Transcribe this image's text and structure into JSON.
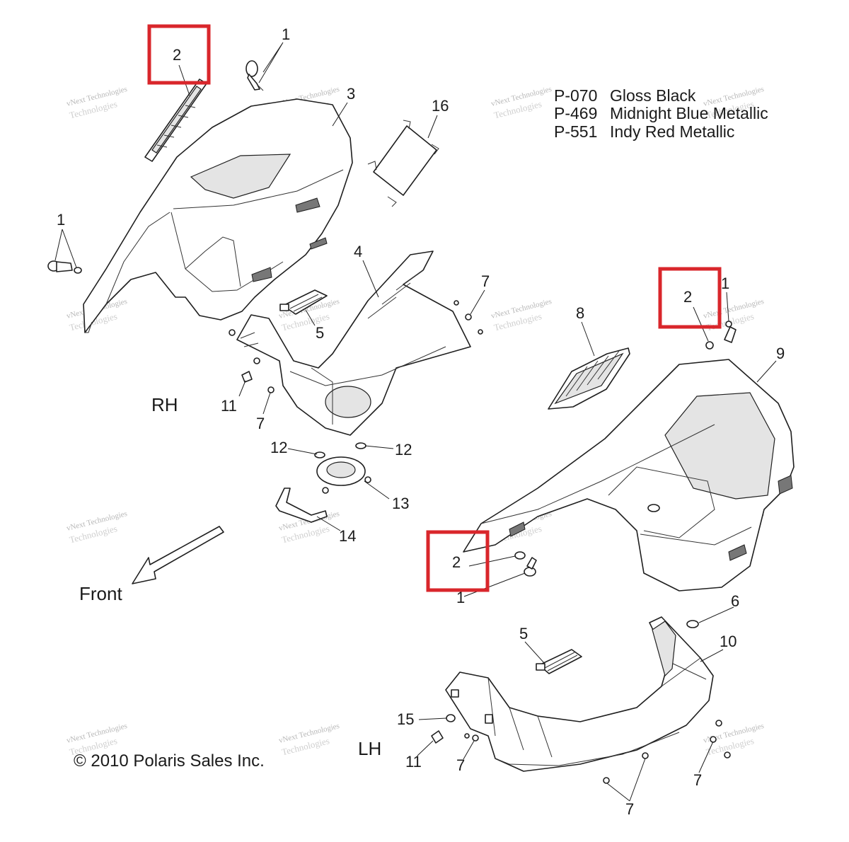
{
  "legend": [
    {
      "code": "P-070",
      "name": "Gloss Black"
    },
    {
      "code": "P-469",
      "name": "Midnight Blue Metallic"
    },
    {
      "code": "P-551",
      "name": "Indy Red Metallic"
    }
  ],
  "labels": {
    "rh": "RH",
    "lh": "LH",
    "front": "Front",
    "copyright": "© 2010 Polaris Sales Inc."
  },
  "callouts": {
    "c1a": "1",
    "c1b": "1",
    "c1c": "1",
    "c1d": "1",
    "c2a": "2",
    "c2b": "2",
    "c2c": "2",
    "c3": "3",
    "c4": "4",
    "c5a": "5",
    "c5b": "5",
    "c6": "6",
    "c7a": "7",
    "c7b": "7",
    "c7c": "7",
    "c7d": "7",
    "c7e": "7",
    "c8": "8",
    "c9": "9",
    "c10": "10",
    "c11a": "11",
    "c11b": "11",
    "c12a": "12",
    "c12b": "12",
    "c13": "13",
    "c14": "14",
    "c15": "15",
    "c16": "16"
  },
  "watermark": {
    "line1": "vNext Technologies",
    "line2": "Technologies"
  },
  "colors": {
    "highlight": "#d9262b",
    "line": "#1f1f1f"
  }
}
